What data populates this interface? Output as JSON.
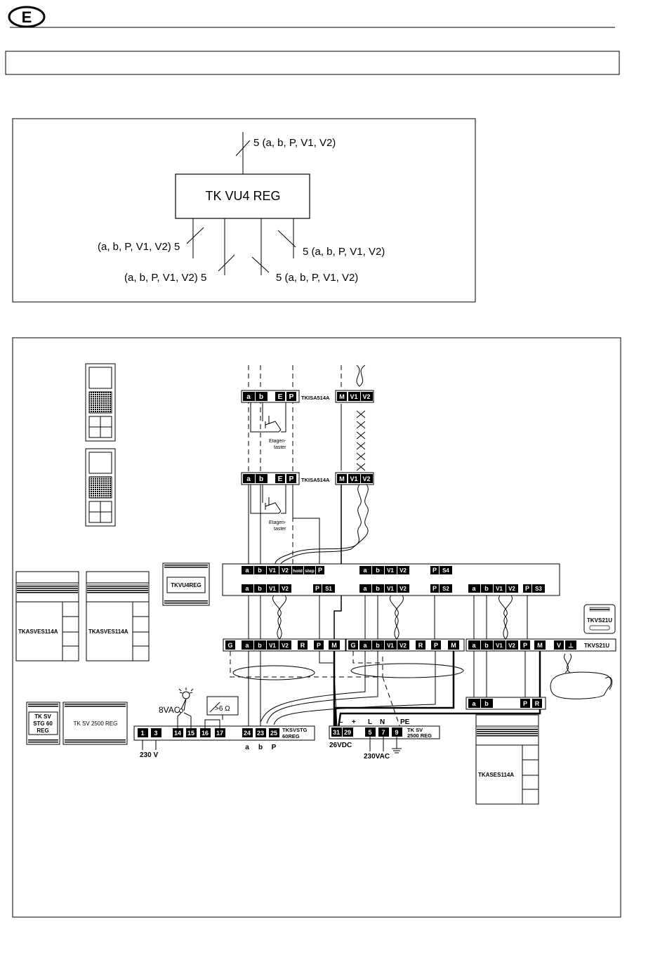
{
  "header": {
    "badge": "E",
    "section_title": ""
  },
  "top_diagram": {
    "center_box": "TK VU4 REG",
    "top_label": "5 (a, b, P, V1, V2)",
    "left_upper": "(a, b, P, V1, V2) 5",
    "left_lower": "(a, b, P, V1, V2) 5",
    "right_upper": "5 (a, b, P, V1, V2)",
    "right_lower": "5 (a, b, P, V1, V2)"
  },
  "wiring": {
    "isa1": {
      "name": "TKISA514A",
      "terms_left": [
        "a",
        "b",
        "E",
        "P"
      ],
      "terms_right": [
        "M",
        "V1",
        "V2"
      ],
      "switch_label_1": "Etagen-",
      "switch_label_2": "taster"
    },
    "isa2": {
      "name": "TKISA514A",
      "terms_left": [
        "a",
        "b",
        "E",
        "P"
      ],
      "terms_right": [
        "M",
        "V1",
        "V2"
      ],
      "switch_label_1": "Etagen-",
      "switch_label_2": "taster"
    },
    "vu4_device": "TKVU4REG",
    "asves_1": "TKASVES114A",
    "asves_2": "TKASVES114A",
    "vu4_in_terms": [
      "a",
      "b",
      "V1",
      "V2",
      "hold",
      "step",
      "P"
    ],
    "vu4_out1_terms": [
      "a",
      "b",
      "V1",
      "V2",
      "P",
      "S1"
    ],
    "vu4_in2_terms": [
      "a",
      "b",
      "V1",
      "V2",
      "P",
      "S4"
    ],
    "vu4_out2_terms": [
      "a",
      "b",
      "V1",
      "V2",
      "P",
      "S2"
    ],
    "vu4_out3_terms": [
      "a",
      "b",
      "V1",
      "V2",
      "P",
      "S3"
    ],
    "dist1_terms": [
      "G",
      "a",
      "b",
      "V1",
      "V2",
      "R",
      "P",
      "M"
    ],
    "dist2_terms": [
      "G",
      "a",
      "b",
      "V1",
      "V2",
      "R",
      "P",
      "M"
    ],
    "vs21_terms": [
      "a",
      "b",
      "V1",
      "V2",
      "P",
      "M",
      "V",
      "⊥"
    ],
    "vs21_name": "TKVS21U",
    "vs21_device": "TKVS21U",
    "ases_terms": [
      "a",
      "b",
      "P",
      "R"
    ],
    "ases_device": "TKASES114A",
    "stg_device": "TK SV\nSTG 60\nREG",
    "stg_device_lines": [
      "TK SV",
      "STG 60",
      "REG"
    ],
    "sv2500_device": "TK SV 2500 REG",
    "stg_terms": [
      "1",
      "3",
      "14",
      "15",
      "16",
      "17",
      "24",
      "23",
      "25"
    ],
    "stg_name_1": "TKSVSTG",
    "stg_name_2": "60REG",
    "stg_voltage": "230 V",
    "stg_8vac": "8VAC",
    "stg_resistor": ">6 Ω",
    "stg_bus": [
      "a",
      "b",
      "P"
    ],
    "sv_terms": [
      "31",
      "29",
      "5",
      "7",
      "9"
    ],
    "sv_name_1": "TK SV",
    "sv_name_2": "2500 REG",
    "sv_dc": "26VDC",
    "sv_ac": "230VAC",
    "sv_pol": [
      "–",
      "+"
    ],
    "sv_mains": [
      "L",
      "N",
      "PE"
    ]
  }
}
